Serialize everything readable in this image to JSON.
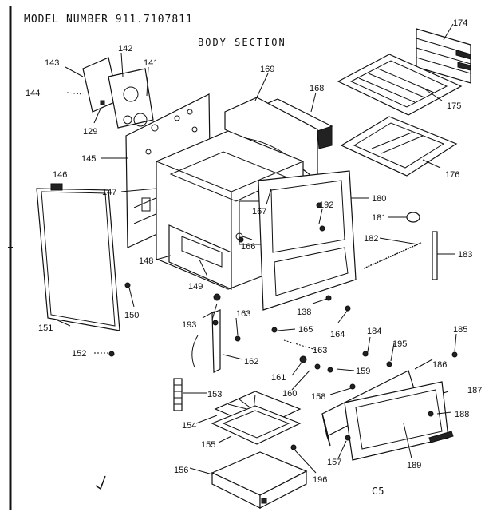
{
  "header": {
    "model_number": "MODEL NUMBER 911.7107811",
    "section_title": "BODY SECTION",
    "page_code": "C5"
  },
  "labels": [
    {
      "id": "143",
      "text": "143"
    },
    {
      "id": "142",
      "text": "142"
    },
    {
      "id": "141",
      "text": "141"
    },
    {
      "id": "144",
      "text": "144"
    },
    {
      "id": "129",
      "text": "129"
    },
    {
      "id": "145",
      "text": "145"
    },
    {
      "id": "146",
      "text": "146"
    },
    {
      "id": "147",
      "text": "147"
    },
    {
      "id": "148",
      "text": "148"
    },
    {
      "id": "149",
      "text": "149"
    },
    {
      "id": "150",
      "text": "150"
    },
    {
      "id": "151",
      "text": "151"
    },
    {
      "id": "152",
      "text": "152"
    },
    {
      "id": "153",
      "text": "153"
    },
    {
      "id": "154",
      "text": "154"
    },
    {
      "id": "155",
      "text": "155"
    },
    {
      "id": "156",
      "text": "156"
    },
    {
      "id": "157",
      "text": "157"
    },
    {
      "id": "158",
      "text": "158"
    },
    {
      "id": "159",
      "text": "159"
    },
    {
      "id": "160",
      "text": "160"
    },
    {
      "id": "161",
      "text": "161"
    },
    {
      "id": "162",
      "text": "162"
    },
    {
      "id": "163a",
      "text": "163"
    },
    {
      "id": "163b",
      "text": "163"
    },
    {
      "id": "164",
      "text": "164"
    },
    {
      "id": "165",
      "text": "165"
    },
    {
      "id": "166",
      "text": "166"
    },
    {
      "id": "167",
      "text": "167"
    },
    {
      "id": "168",
      "text": "168"
    },
    {
      "id": "169",
      "text": "169"
    },
    {
      "id": "174",
      "text": "174"
    },
    {
      "id": "175",
      "text": "175"
    },
    {
      "id": "176",
      "text": "176"
    },
    {
      "id": "180",
      "text": "180"
    },
    {
      "id": "181",
      "text": "181"
    },
    {
      "id": "182",
      "text": "182"
    },
    {
      "id": "183",
      "text": "183"
    },
    {
      "id": "184",
      "text": "184"
    },
    {
      "id": "185",
      "text": "185"
    },
    {
      "id": "186",
      "text": "186"
    },
    {
      "id": "187",
      "text": "187"
    },
    {
      "id": "188",
      "text": "188"
    },
    {
      "id": "189",
      "text": "189"
    },
    {
      "id": "192",
      "text": "192"
    },
    {
      "id": "193",
      "text": "193"
    },
    {
      "id": "195",
      "text": "195"
    },
    {
      "id": "196",
      "text": "196"
    },
    {
      "id": "138",
      "text": "138"
    }
  ]
}
